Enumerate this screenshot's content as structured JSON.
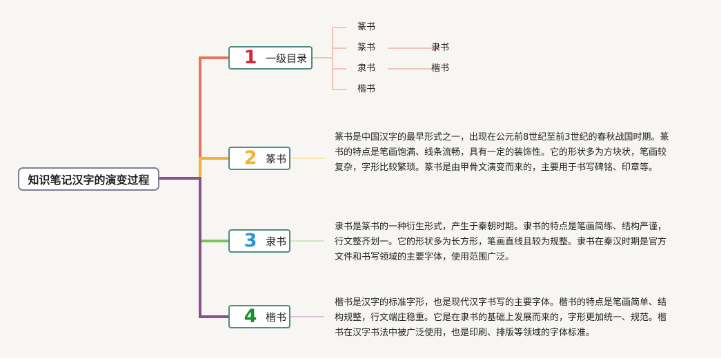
{
  "root": {
    "title": "知识笔记汉字的演变过程"
  },
  "colors": {
    "branch1": "#e8735e",
    "branch2": "#f5b230",
    "branch3": "#7ac25a",
    "branch4": "#8f4f8e",
    "node_border": "#4e8c84",
    "root_border": "#7b7f9a"
  },
  "branches": [
    {
      "number": "1",
      "number_color": "#d0283b",
      "label": "一级目录",
      "leaves": [
        {
          "text": "篆书"
        },
        {
          "text": "篆书",
          "child": "隶书"
        },
        {
          "text": "隶书",
          "child": "楷书"
        },
        {
          "text": "楷书"
        }
      ]
    },
    {
      "number": "2",
      "number_color": "#f5b230",
      "label": "篆书",
      "description": "篆书是中国汉字的最早形式之一，出现在公元前8世纪至前3世纪的春秋战国时期。篆书的特点是笔画饱满、线条流畅，具有一定的装饰性。它的形状多为方块状，笔画较复杂，字形比较繁琐。篆书是由甲骨文演变而来的，主要用于书写碑铭、印章等。"
    },
    {
      "number": "3",
      "number_color": "#2d93d6",
      "label": "隶书",
      "description": "隶书是篆书的一种衍生形式，产生于秦朝时期。隶书的特点是笔画简练、结构严谨，行文整齐划一。它的形状多为长方形，笔画直线且较为规整。隶书在秦汉时期是官方文件和书写领域的主要字体，使用范围广泛。"
    },
    {
      "number": "4",
      "number_color": "#13912c",
      "label": "楷书",
      "description": "楷书是汉字的标准字形，也是现代汉字书写的主要字体。楷书的特点是笔画简单、结构规整，行文端庄稳重。它是在隶书的基础上发展而来的，字形更加统一、规范。楷书在汉字书法中被广泛使用，也是印刷、排版等领域的字体标准。"
    }
  ]
}
